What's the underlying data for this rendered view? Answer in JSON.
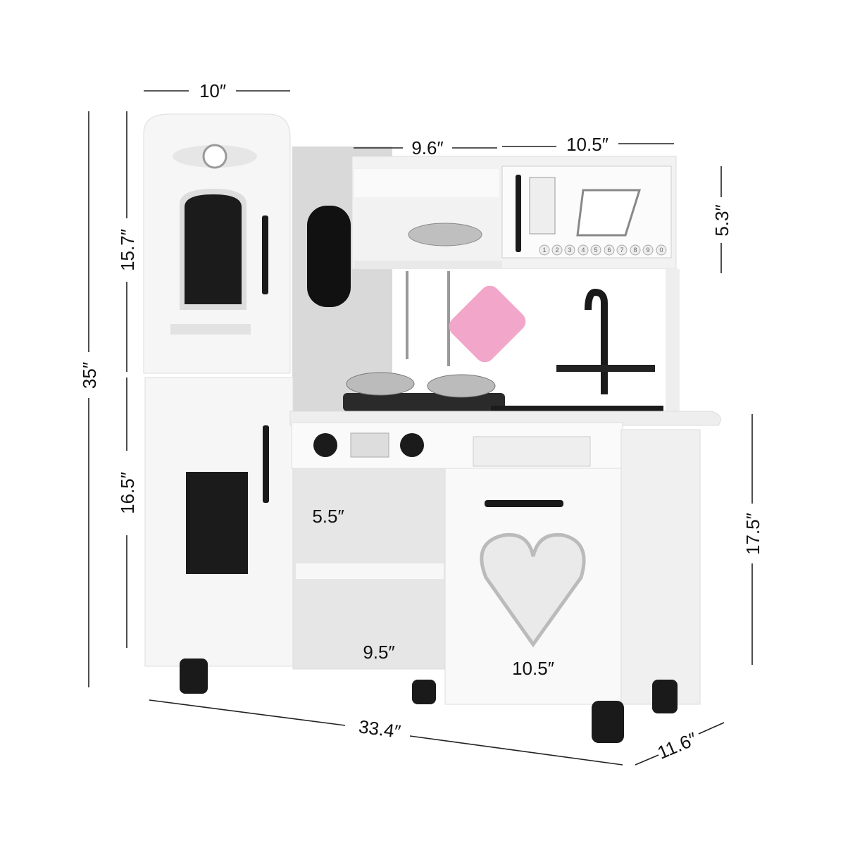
{
  "dimensions": {
    "fridge_width": "10″",
    "upper_shelf_width": "9.6″",
    "microwave_width": "10.5″",
    "microwave_height": "5.3″",
    "fridge_upper_height": "15.7″",
    "total_height": "35″",
    "fridge_lower_height": "16.5″",
    "counter_height": "17.5″",
    "shelf_height": "5.5″",
    "shelf_width": "9.5″",
    "cabinet_width": "10.5″",
    "total_width": "33.4″",
    "depth": "11.6″"
  },
  "microwave_keys": [
    "1",
    "2",
    "3",
    "4",
    "5",
    "6",
    "7",
    "8",
    "9",
    "0"
  ],
  "colors": {
    "body": "#f4f4f4",
    "handle": "#1a1a1a",
    "side_panel": "#d9d9d9",
    "towel": "#f2a6c9"
  }
}
